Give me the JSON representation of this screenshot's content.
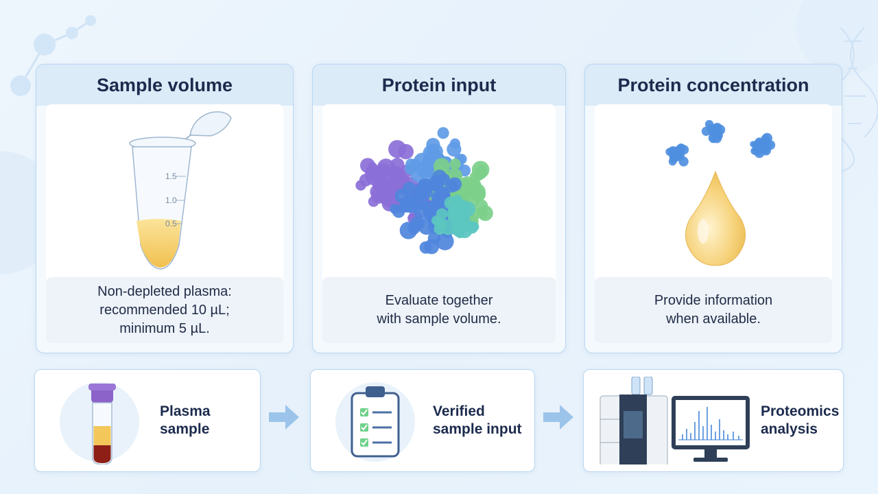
{
  "panels": [
    {
      "title": "Sample volume",
      "text_lines": [
        "Non-depleted plasma:",
        "recommended 10 µL;",
        "minimum 5 µL."
      ],
      "icon": "microcentrifuge-tube-icon"
    },
    {
      "title": "Protein input",
      "text_lines": [
        "Evaluate together",
        "with sample volume."
      ],
      "icon": "protein-cluster-icon"
    },
    {
      "title": "Protein concentration",
      "text_lines": [
        "Provide information",
        "when available."
      ],
      "icon": "droplet-with-proteins-icon"
    }
  ],
  "tube_marks": [
    "1.5",
    "1.0",
    "0.5"
  ],
  "workflow": [
    {
      "label_lines": [
        "Plasma",
        "sample"
      ],
      "icon": "blood-tube-icon"
    },
    {
      "label_lines": [
        "Verified",
        "sample input"
      ],
      "icon": "clipboard-checklist-icon"
    },
    {
      "label_lines": [
        "Proteomics",
        "analysis"
      ],
      "icon": "mass-spectrometer-icon"
    }
  ],
  "colors": {
    "panel_border": "#b9d6f0",
    "header_bg": "#dcebf8",
    "arrow": "#8fb9e3",
    "title_text": "#1c2b4d"
  }
}
